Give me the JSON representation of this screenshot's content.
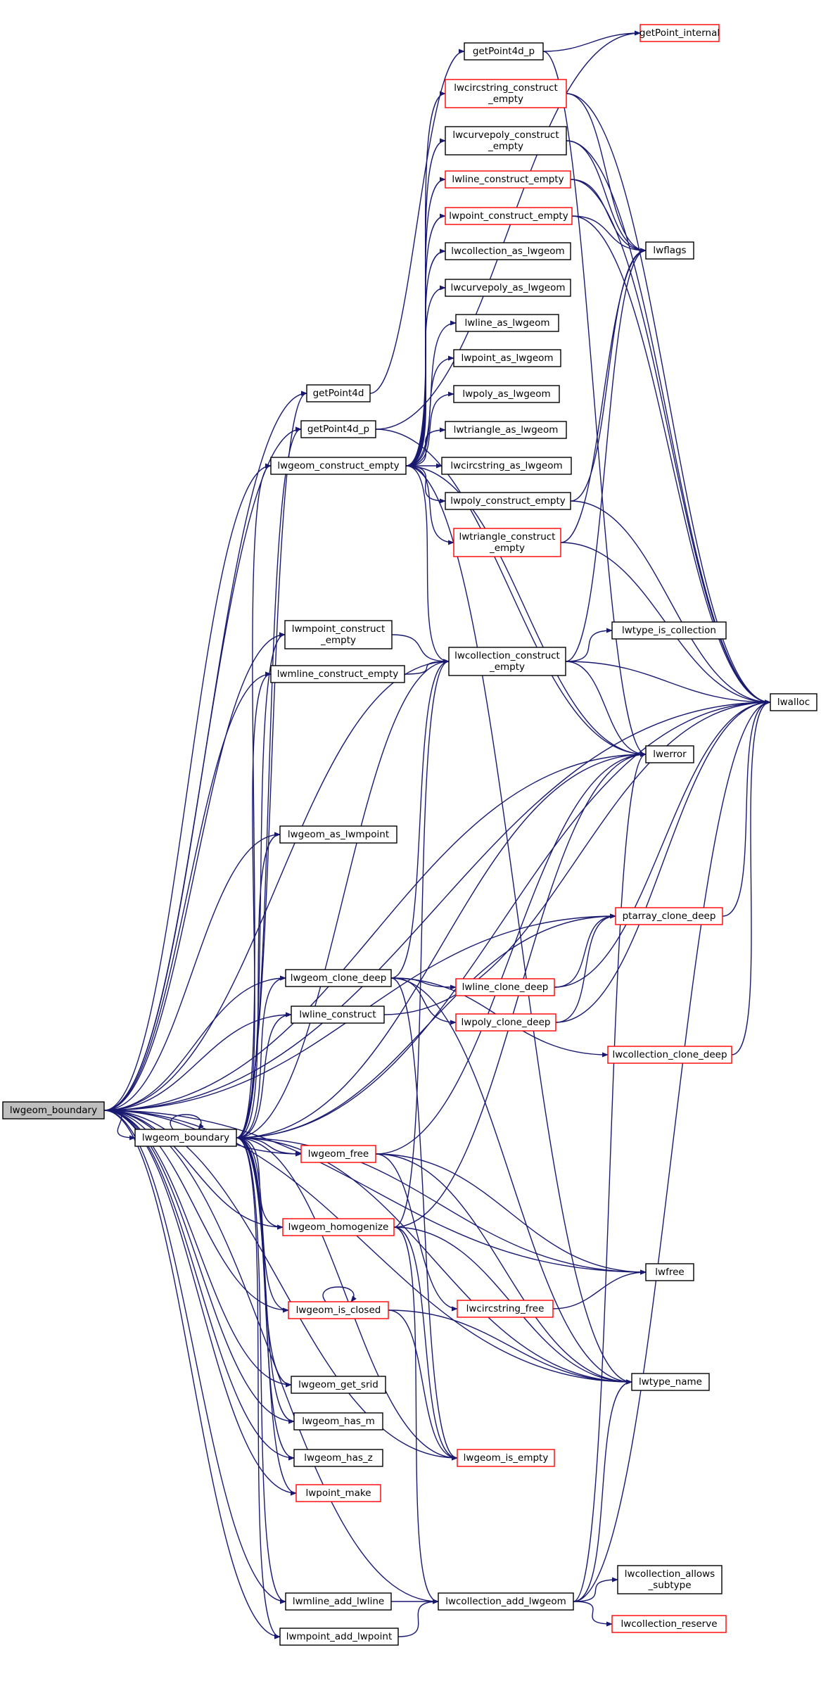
{
  "colors": {
    "edge": "#191970",
    "node_border_default": "#000000",
    "node_border_truncated": "#ff0000",
    "node_fill_root": "#bfbfbf",
    "node_fill": "#ffffff"
  },
  "nodes": [
    {
      "id": "root_lwgeom_boundary",
      "lines": [
        "lwgeom_boundary"
      ],
      "style": "root"
    },
    {
      "id": "lwgeom_boundary",
      "lines": [
        "lwgeom_boundary"
      ],
      "style": "normal"
    },
    {
      "id": "getPoint4d",
      "lines": [
        "getPoint4d"
      ],
      "style": "normal"
    },
    {
      "id": "getPoint4d_p",
      "lines": [
        "getPoint4d_p"
      ],
      "style": "normal"
    },
    {
      "id": "getPoint4d_p_top",
      "lines": [
        "getPoint4d_p"
      ],
      "style": "normal"
    },
    {
      "id": "getPoint_internal",
      "lines": [
        "getPoint_internal"
      ],
      "style": "truncated"
    },
    {
      "id": "lwgeom_construct_empty",
      "lines": [
        "lwgeom_construct_empty"
      ],
      "style": "normal"
    },
    {
      "id": "lwcircstring_construct_empty",
      "lines": [
        "lwcircstring_construct",
        "_empty"
      ],
      "style": "truncated"
    },
    {
      "id": "lwcurvepoly_construct_empty",
      "lines": [
        "lwcurvepoly_construct",
        "_empty"
      ],
      "style": "normal"
    },
    {
      "id": "lwline_construct_empty",
      "lines": [
        "lwline_construct_empty"
      ],
      "style": "truncated"
    },
    {
      "id": "lwpoint_construct_empty",
      "lines": [
        "lwpoint_construct_empty"
      ],
      "style": "truncated"
    },
    {
      "id": "lwcollection_as_lwgeom",
      "lines": [
        "lwcollection_as_lwgeom"
      ],
      "style": "normal"
    },
    {
      "id": "lwcurvepoly_as_lwgeom",
      "lines": [
        "lwcurvepoly_as_lwgeom"
      ],
      "style": "normal"
    },
    {
      "id": "lwline_as_lwgeom",
      "lines": [
        "lwline_as_lwgeom"
      ],
      "style": "normal"
    },
    {
      "id": "lwpoint_as_lwgeom",
      "lines": [
        "lwpoint_as_lwgeom"
      ],
      "style": "normal"
    },
    {
      "id": "lwpoly_as_lwgeom",
      "lines": [
        "lwpoly_as_lwgeom"
      ],
      "style": "normal"
    },
    {
      "id": "lwtriangle_as_lwgeom",
      "lines": [
        "lwtriangle_as_lwgeom"
      ],
      "style": "normal"
    },
    {
      "id": "lwcircstring_as_lwgeom",
      "lines": [
        "lwcircstring_as_lwgeom"
      ],
      "style": "normal"
    },
    {
      "id": "lwpoly_construct_empty",
      "lines": [
        "lwpoly_construct_empty"
      ],
      "style": "normal"
    },
    {
      "id": "lwtriangle_construct_empty",
      "lines": [
        "lwtriangle_construct",
        "_empty"
      ],
      "style": "truncated"
    },
    {
      "id": "lwflags",
      "lines": [
        "lwflags"
      ],
      "style": "normal"
    },
    {
      "id": "lwmpoint_construct_empty",
      "lines": [
        "lwmpoint_construct",
        "_empty"
      ],
      "style": "normal"
    },
    {
      "id": "lwmline_construct_empty",
      "lines": [
        "lwmline_construct_empty"
      ],
      "style": "normal"
    },
    {
      "id": "lwcollection_construct_empty",
      "lines": [
        "lwcollection_construct",
        "_empty"
      ],
      "style": "normal"
    },
    {
      "id": "lwtype_is_collection",
      "lines": [
        "lwtype_is_collection"
      ],
      "style": "normal"
    },
    {
      "id": "lwalloc",
      "lines": [
        "lwalloc"
      ],
      "style": "normal"
    },
    {
      "id": "lwerror",
      "lines": [
        "lwerror"
      ],
      "style": "normal"
    },
    {
      "id": "lwgeom_as_lwmpoint",
      "lines": [
        "lwgeom_as_lwmpoint"
      ],
      "style": "normal"
    },
    {
      "id": "ptarray_clone_deep",
      "lines": [
        "ptarray_clone_deep"
      ],
      "style": "truncated"
    },
    {
      "id": "lwgeom_clone_deep",
      "lines": [
        "lwgeom_clone_deep"
      ],
      "style": "normal"
    },
    {
      "id": "lwline_clone_deep",
      "lines": [
        "lwline_clone_deep"
      ],
      "style": "truncated"
    },
    {
      "id": "lwpoly_clone_deep",
      "lines": [
        "lwpoly_clone_deep"
      ],
      "style": "truncated"
    },
    {
      "id": "lwline_construct",
      "lines": [
        "lwline_construct"
      ],
      "style": "normal"
    },
    {
      "id": "lwcollection_clone_deep",
      "lines": [
        "lwcollection_clone_deep"
      ],
      "style": "truncated"
    },
    {
      "id": "lwgeom_free",
      "lines": [
        "lwgeom_free"
      ],
      "style": "truncated"
    },
    {
      "id": "lwgeom_homogenize",
      "lines": [
        "lwgeom_homogenize"
      ],
      "style": "truncated"
    },
    {
      "id": "lwfree",
      "lines": [
        "lwfree"
      ],
      "style": "normal"
    },
    {
      "id": "lwcircstring_free",
      "lines": [
        "lwcircstring_free"
      ],
      "style": "truncated"
    },
    {
      "id": "lwgeom_is_closed",
      "lines": [
        "lwgeom_is_closed"
      ],
      "style": "truncated"
    },
    {
      "id": "lwgeom_get_srid",
      "lines": [
        "lwgeom_get_srid"
      ],
      "style": "normal"
    },
    {
      "id": "lwtype_name",
      "lines": [
        "lwtype_name"
      ],
      "style": "normal"
    },
    {
      "id": "lwgeom_has_m",
      "lines": [
        "lwgeom_has_m"
      ],
      "style": "normal"
    },
    {
      "id": "lwgeom_has_z",
      "lines": [
        "lwgeom_has_z"
      ],
      "style": "normal"
    },
    {
      "id": "lwgeom_is_empty",
      "lines": [
        "lwgeom_is_empty"
      ],
      "style": "truncated"
    },
    {
      "id": "lwpoint_make",
      "lines": [
        "lwpoint_make"
      ],
      "style": "truncated"
    },
    {
      "id": "lwmline_add_lwline",
      "lines": [
        "lwmline_add_lwline"
      ],
      "style": "normal"
    },
    {
      "id": "lwcollection_add_lwgeom",
      "lines": [
        "lwcollection_add_lwgeom"
      ],
      "style": "normal"
    },
    {
      "id": "lwcollection_allows_subtype",
      "lines": [
        "lwcollection_allows",
        "_subtype"
      ],
      "style": "normal"
    },
    {
      "id": "lwmpoint_add_lwpoint",
      "lines": [
        "lwmpoint_add_lwpoint"
      ],
      "style": "normal"
    },
    {
      "id": "lwcollection_reserve",
      "lines": [
        "lwcollection_reserve"
      ],
      "style": "truncated"
    }
  ],
  "edges": [
    [
      "root_lwgeom_boundary",
      "lwgeom_boundary"
    ],
    [
      "root_lwgeom_boundary",
      "getPoint4d"
    ],
    [
      "root_lwgeom_boundary",
      "getPoint4d_p"
    ],
    [
      "root_lwgeom_boundary",
      "lwgeom_construct_empty"
    ],
    [
      "root_lwgeom_boundary",
      "lwmpoint_construct_empty"
    ],
    [
      "root_lwgeom_boundary",
      "lwmline_construct_empty"
    ],
    [
      "root_lwgeom_boundary",
      "lwcollection_construct_empty"
    ],
    [
      "root_lwgeom_boundary",
      "lwalloc"
    ],
    [
      "root_lwgeom_boundary",
      "lwerror"
    ],
    [
      "root_lwgeom_boundary",
      "lwgeom_as_lwmpoint"
    ],
    [
      "root_lwgeom_boundary",
      "ptarray_clone_deep"
    ],
    [
      "root_lwgeom_boundary",
      "lwgeom_clone_deep"
    ],
    [
      "root_lwgeom_boundary",
      "lwline_construct"
    ],
    [
      "root_lwgeom_boundary",
      "lwgeom_free"
    ],
    [
      "root_lwgeom_boundary",
      "lwgeom_homogenize"
    ],
    [
      "root_lwgeom_boundary",
      "lwgeom_is_closed"
    ],
    [
      "root_lwgeom_boundary",
      "lwgeom_get_srid"
    ],
    [
      "root_lwgeom_boundary",
      "lwgeom_has_m"
    ],
    [
      "root_lwgeom_boundary",
      "lwgeom_has_z"
    ],
    [
      "root_lwgeom_boundary",
      "lwgeom_is_empty"
    ],
    [
      "root_lwgeom_boundary",
      "lwpoint_make"
    ],
    [
      "root_lwgeom_boundary",
      "lwtype_name"
    ],
    [
      "root_lwgeom_boundary",
      "lwmline_add_lwline"
    ],
    [
      "root_lwgeom_boundary",
      "lwmpoint_add_lwpoint"
    ],
    [
      "root_lwgeom_boundary",
      "lwcollection_add_lwgeom"
    ],
    [
      "root_lwgeom_boundary",
      "lwfree"
    ],
    [
      "lwgeom_boundary",
      "lwgeom_boundary"
    ],
    [
      "lwgeom_boundary",
      "getPoint4d"
    ],
    [
      "lwgeom_boundary",
      "getPoint4d_p"
    ],
    [
      "lwgeom_boundary",
      "lwgeom_construct_empty"
    ],
    [
      "lwgeom_boundary",
      "lwmpoint_construct_empty"
    ],
    [
      "lwgeom_boundary",
      "lwmline_construct_empty"
    ],
    [
      "lwgeom_boundary",
      "lwcollection_construct_empty"
    ],
    [
      "lwgeom_boundary",
      "lwerror"
    ],
    [
      "lwgeom_boundary",
      "lwgeom_as_lwmpoint"
    ],
    [
      "lwgeom_boundary",
      "ptarray_clone_deep"
    ],
    [
      "lwgeom_boundary",
      "lwgeom_clone_deep"
    ],
    [
      "lwgeom_boundary",
      "lwline_construct"
    ],
    [
      "lwgeom_boundary",
      "lwgeom_free"
    ],
    [
      "lwgeom_boundary",
      "lwgeom_homogenize"
    ],
    [
      "lwgeom_boundary",
      "lwgeom_is_closed"
    ],
    [
      "lwgeom_boundary",
      "lwgeom_get_srid"
    ],
    [
      "lwgeom_boundary",
      "lwgeom_has_m"
    ],
    [
      "lwgeom_boundary",
      "lwgeom_has_z"
    ],
    [
      "lwgeom_boundary",
      "lwgeom_is_empty"
    ],
    [
      "lwgeom_boundary",
      "lwpoint_make"
    ],
    [
      "lwgeom_boundary",
      "lwtype_name"
    ],
    [
      "lwgeom_boundary",
      "lwmline_add_lwline"
    ],
    [
      "lwgeom_boundary",
      "lwmpoint_add_lwpoint"
    ],
    [
      "lwgeom_boundary",
      "lwalloc"
    ],
    [
      "lwgeom_boundary",
      "lwfree"
    ],
    [
      "getPoint4d",
      "getPoint4d_p_top"
    ],
    [
      "getPoint4d_p_top",
      "getPoint_internal"
    ],
    [
      "getPoint4d_p_top",
      "lwerror"
    ],
    [
      "getPoint4d_p",
      "getPoint_internal"
    ],
    [
      "getPoint4d_p",
      "lwerror"
    ],
    [
      "lwgeom_construct_empty",
      "lwcircstring_construct_empty"
    ],
    [
      "lwgeom_construct_empty",
      "lwcurvepoly_construct_empty"
    ],
    [
      "lwgeom_construct_empty",
      "lwline_construct_empty"
    ],
    [
      "lwgeom_construct_empty",
      "lwpoint_construct_empty"
    ],
    [
      "lwgeom_construct_empty",
      "lwcollection_as_lwgeom"
    ],
    [
      "lwgeom_construct_empty",
      "lwcurvepoly_as_lwgeom"
    ],
    [
      "lwgeom_construct_empty",
      "lwline_as_lwgeom"
    ],
    [
      "lwgeom_construct_empty",
      "lwpoint_as_lwgeom"
    ],
    [
      "lwgeom_construct_empty",
      "lwpoly_as_lwgeom"
    ],
    [
      "lwgeom_construct_empty",
      "lwtriangle_as_lwgeom"
    ],
    [
      "lwgeom_construct_empty",
      "lwcircstring_as_lwgeom"
    ],
    [
      "lwgeom_construct_empty",
      "lwpoly_construct_empty"
    ],
    [
      "lwgeom_construct_empty",
      "lwtriangle_construct_empty"
    ],
    [
      "lwgeom_construct_empty",
      "lwcollection_construct_empty"
    ],
    [
      "lwgeom_construct_empty",
      "lwerror"
    ],
    [
      "lwgeom_construct_empty",
      "lwtype_name"
    ],
    [
      "lwcircstring_construct_empty",
      "lwflags"
    ],
    [
      "lwcircstring_construct_empty",
      "lwalloc"
    ],
    [
      "lwcurvepoly_construct_empty",
      "lwflags"
    ],
    [
      "lwcurvepoly_construct_empty",
      "lwalloc"
    ],
    [
      "lwline_construct_empty",
      "lwflags"
    ],
    [
      "lwline_construct_empty",
      "lwalloc"
    ],
    [
      "lwpoint_construct_empty",
      "lwflags"
    ],
    [
      "lwpoint_construct_empty",
      "lwalloc"
    ],
    [
      "lwpoly_construct_empty",
      "lwflags"
    ],
    [
      "lwpoly_construct_empty",
      "lwalloc"
    ],
    [
      "lwtriangle_construct_empty",
      "lwflags"
    ],
    [
      "lwtriangle_construct_empty",
      "lwalloc"
    ],
    [
      "lwmpoint_construct_empty",
      "lwcollection_construct_empty"
    ],
    [
      "lwmline_construct_empty",
      "lwcollection_construct_empty"
    ],
    [
      "lwcollection_construct_empty",
      "lwtype_is_collection"
    ],
    [
      "lwcollection_construct_empty",
      "lwalloc"
    ],
    [
      "lwcollection_construct_empty",
      "lwerror"
    ],
    [
      "lwcollection_construct_empty",
      "lwflags"
    ],
    [
      "ptarray_clone_deep",
      "lwalloc"
    ],
    [
      "lwgeom_clone_deep",
      "lwline_clone_deep"
    ],
    [
      "lwgeom_clone_deep",
      "lwpoly_clone_deep"
    ],
    [
      "lwgeom_clone_deep",
      "lwcollection_clone_deep"
    ],
    [
      "lwgeom_clone_deep",
      "lwtype_name"
    ],
    [
      "lwgeom_clone_deep",
      "lwgeom_is_empty"
    ],
    [
      "lwgeom_clone_deep",
      "lwcollection_construct_empty"
    ],
    [
      "lwline_clone_deep",
      "ptarray_clone_deep"
    ],
    [
      "lwline_clone_deep",
      "lwalloc"
    ],
    [
      "lwpoly_clone_deep",
      "ptarray_clone_deep"
    ],
    [
      "lwpoly_clone_deep",
      "lwalloc"
    ],
    [
      "lwcollection_clone_deep",
      "lwalloc"
    ],
    [
      "lwline_construct",
      "lwalloc"
    ],
    [
      "lwgeom_free",
      "lwcircstring_free"
    ],
    [
      "lwgeom_free",
      "lwfree"
    ],
    [
      "lwgeom_free",
      "lwerror"
    ],
    [
      "lwgeom_free",
      "lwtype_name"
    ],
    [
      "lwcircstring_free",
      "lwfree"
    ],
    [
      "lwgeom_homogenize",
      "lwcollection_construct_empty"
    ],
    [
      "lwgeom_homogenize",
      "lwerror"
    ],
    [
      "lwgeom_homogenize",
      "lwtype_name"
    ],
    [
      "lwgeom_homogenize",
      "lwcollection_add_lwgeom"
    ],
    [
      "lwgeom_homogenize",
      "lwgeom_is_empty"
    ],
    [
      "lwgeom_is_closed",
      "lwgeom_is_closed"
    ],
    [
      "lwgeom_is_closed",
      "lwgeom_is_empty"
    ],
    [
      "lwgeom_is_closed",
      "lwtype_name"
    ],
    [
      "lwmline_add_lwline",
      "lwcollection_add_lwgeom"
    ],
    [
      "lwmpoint_add_lwpoint",
      "lwcollection_add_lwgeom"
    ],
    [
      "lwcollection_add_lwgeom",
      "lwcollection_allows_subtype"
    ],
    [
      "lwcollection_add_lwgeom",
      "lwcollection_reserve"
    ],
    [
      "lwcollection_add_lwgeom",
      "lwerror"
    ],
    [
      "lwcollection_add_lwgeom",
      "lwtype_name"
    ],
    [
      "lwcollection_add_lwgeom",
      "lwalloc"
    ]
  ]
}
